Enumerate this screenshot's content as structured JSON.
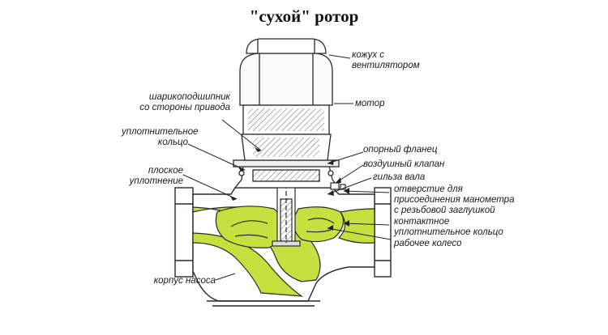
{
  "title": "\"сухой\" ротор",
  "colors": {
    "fluid": "#c4e23f",
    "fluid_dark": "#9fc21a",
    "line": "#2a2a2a",
    "motor_fill": "#fbfbfb",
    "hatch": "#555555"
  },
  "labels": {
    "fan_cover": "кожух с\nвентилятором",
    "motor": "мотор",
    "bearing": "шарикоподшипник\nсо стороны привода",
    "seal_ring": "уплотнительное\nкольцо",
    "support_flange": "опорный фланец",
    "air_valve": "воздушный клапан",
    "shaft_sleeve": "гильза вала",
    "flat_seal": "плоское уплотнение",
    "gauge_port": "отверстие для\nприсоединения манометра\nс резьбовой заглушкой",
    "contact_seal_ring": "контактное\nуплотнительное кольцо",
    "impeller": "рабочее колесо",
    "pump_body": "корпус насоса"
  }
}
